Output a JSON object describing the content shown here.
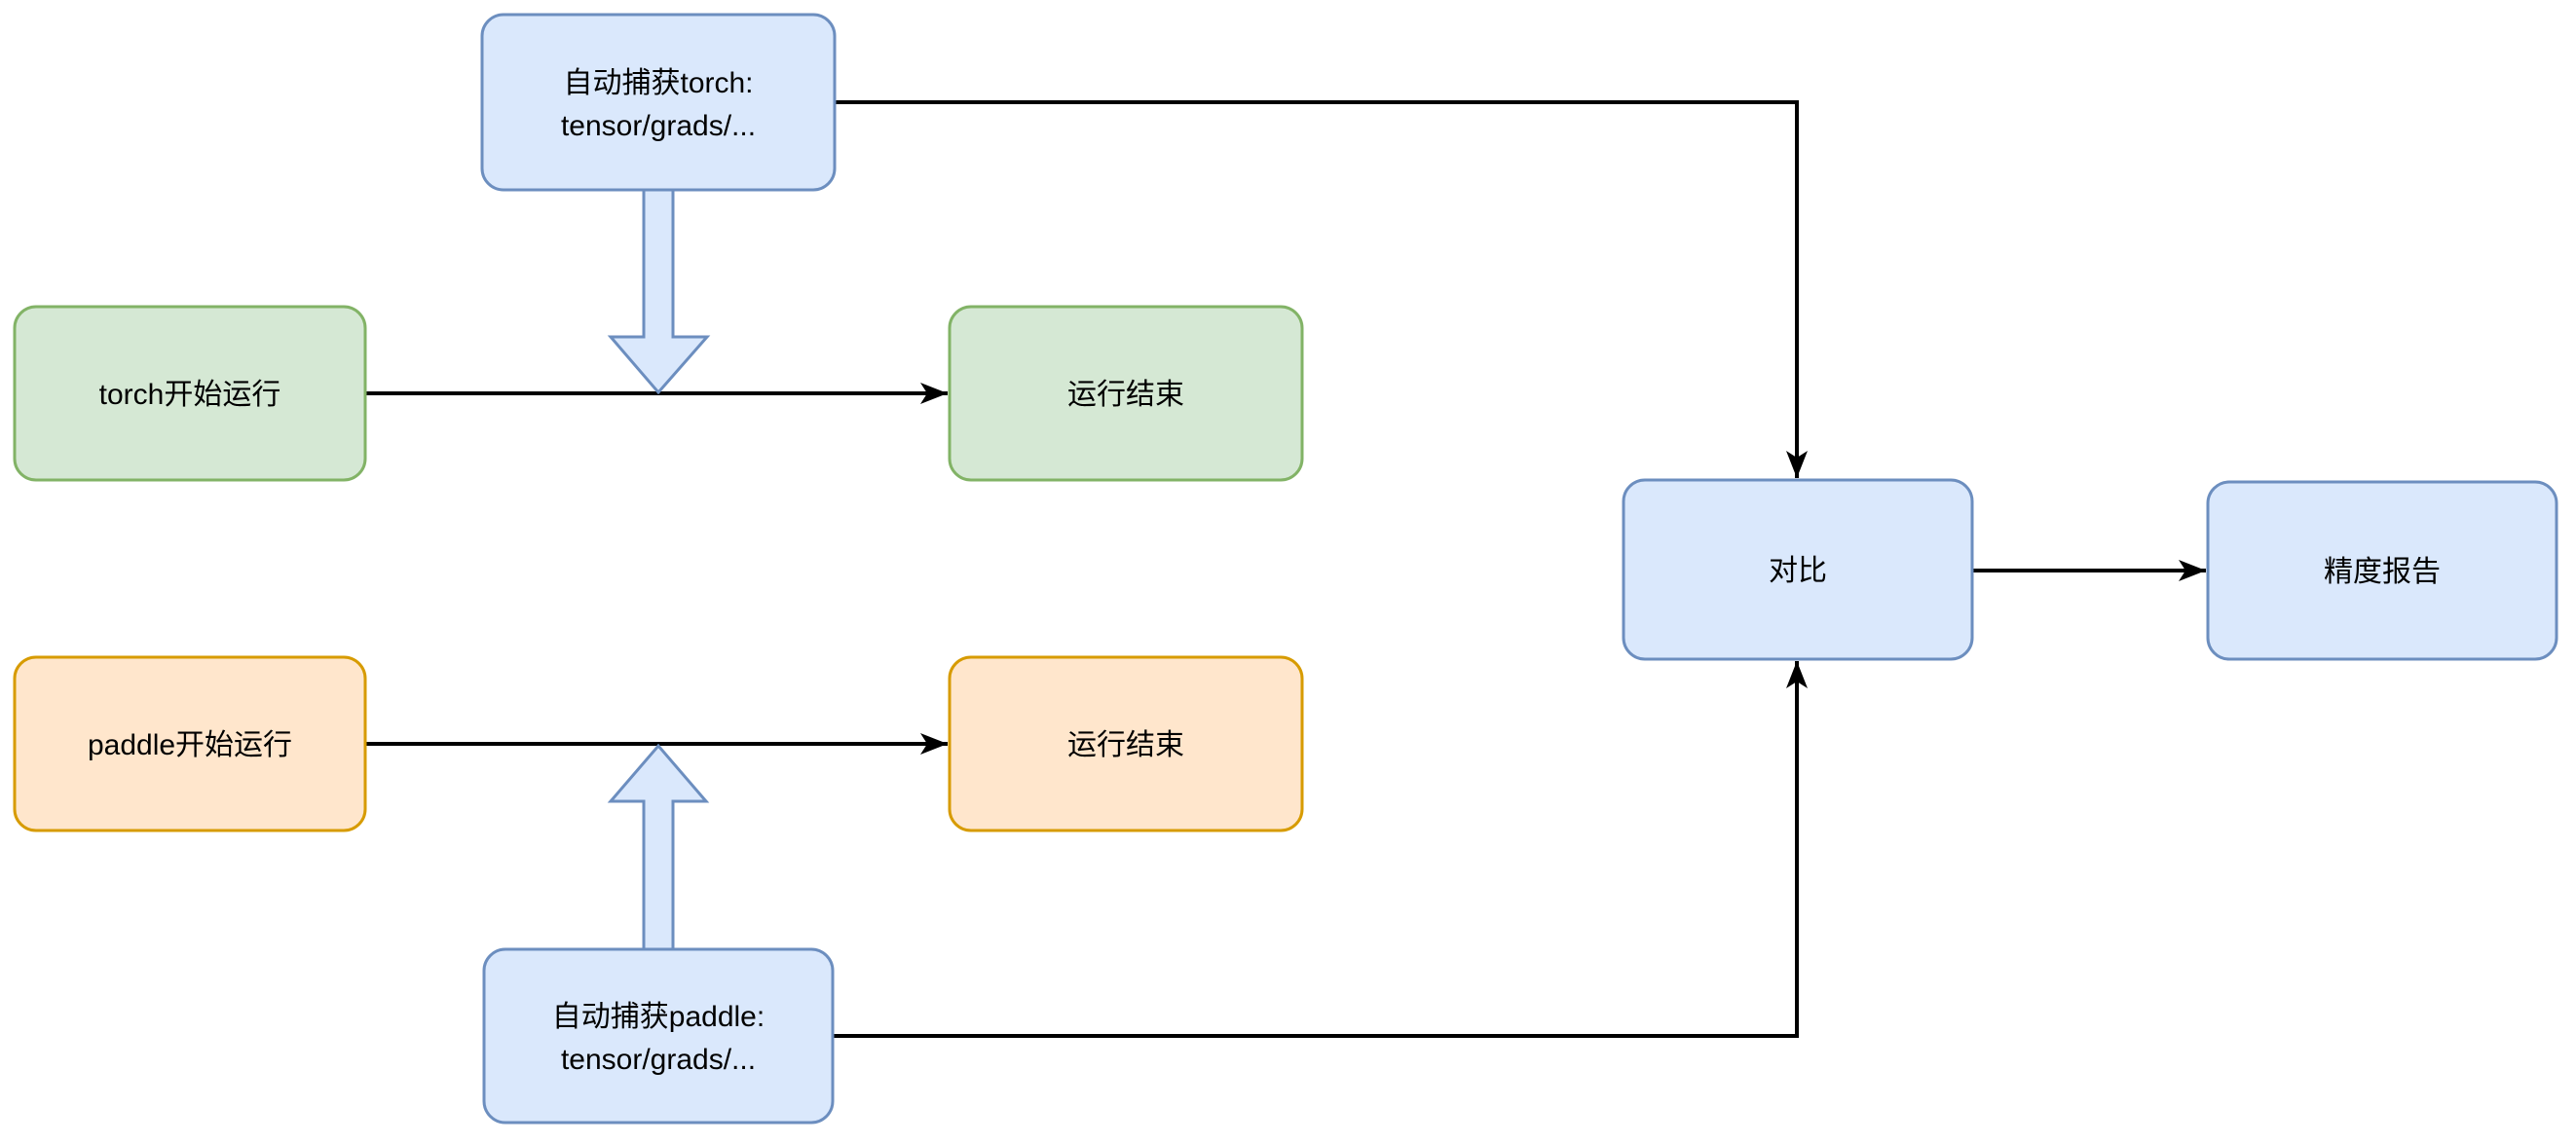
{
  "diagram": {
    "background": "#ffffff",
    "nodes": {
      "capture_torch": {
        "line1": "自动捕获torch:",
        "line2": "tensor/grads/...",
        "fill": "#dae8fc",
        "border": "#6c8ebf"
      },
      "torch_start": {
        "label": "torch开始运行",
        "fill": "#d5e8d4",
        "border": "#82b366"
      },
      "torch_end": {
        "label": "运行结束",
        "fill": "#d5e8d4",
        "border": "#82b366"
      },
      "paddle_start": {
        "label": "paddle开始运行",
        "fill": "#ffe6cc",
        "border": "#d79b00"
      },
      "paddle_end": {
        "label": "运行结束",
        "fill": "#ffe6cc",
        "border": "#d79b00"
      },
      "capture_paddle": {
        "line1": "自动捕获paddle:",
        "line2": "tensor/grads/...",
        "fill": "#dae8fc",
        "border": "#6c8ebf"
      },
      "compare": {
        "label": "对比",
        "fill": "#dae8fc",
        "border": "#6c8ebf"
      },
      "report": {
        "label": "精度报告",
        "fill": "#dae8fc",
        "border": "#6c8ebf"
      }
    },
    "edges": [
      {
        "from": "torch_start",
        "to": "torch_end",
        "style": "arrow"
      },
      {
        "from": "paddle_start",
        "to": "paddle_end",
        "style": "arrow"
      },
      {
        "from": "capture_torch",
        "to": "compare",
        "style": "arrow"
      },
      {
        "from": "capture_paddle",
        "to": "compare",
        "style": "arrow"
      },
      {
        "from": "compare",
        "to": "report",
        "style": "arrow"
      },
      {
        "from": "capture_torch",
        "to": "torch_run_line",
        "style": "block-arrow-down"
      },
      {
        "from": "capture_paddle",
        "to": "paddle_run_line",
        "style": "block-arrow-up"
      }
    ],
    "colors": {
      "line": "#000000",
      "block_arrow_fill": "#dae8fc",
      "block_arrow_border": "#6c8ebf"
    }
  }
}
